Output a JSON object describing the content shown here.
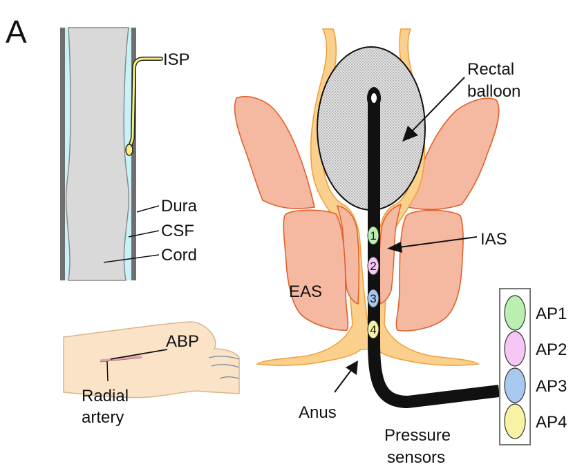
{
  "panel_letter": "A",
  "spinal": {
    "isp": "ISP",
    "dura": "Dura",
    "csf": "CSF",
    "cord": "Cord"
  },
  "wrist": {
    "abp": "ABP",
    "radial_line1": "Radial",
    "radial_line2": "artery"
  },
  "anorectal": {
    "rectal_line1": "Rectal",
    "rectal_line2": "balloon",
    "ias": "IAS",
    "eas": "EAS",
    "anus": "Anus",
    "pressure_line1": "Pressure",
    "pressure_line2": "sensors",
    "sensor_numbers": [
      "1",
      "2",
      "3",
      "4"
    ]
  },
  "legend": {
    "items": [
      "AP1",
      "AP2",
      "AP3",
      "AP4"
    ]
  },
  "colors": {
    "ap1": "#b9f0b0",
    "ap2": "#f6c6f4",
    "ap3": "#a8c8f0",
    "ap4": "#f8f3a4",
    "muscle": "#f5b8a0",
    "muscle_edge": "#e0602c",
    "mucosa": "#fbd08c",
    "mucosa_edge": "#f0a040",
    "csf": "#c8f2f8",
    "cord": "#d9d9d9",
    "dura": "#6e6e6e",
    "skin": "#fbe3c8"
  }
}
